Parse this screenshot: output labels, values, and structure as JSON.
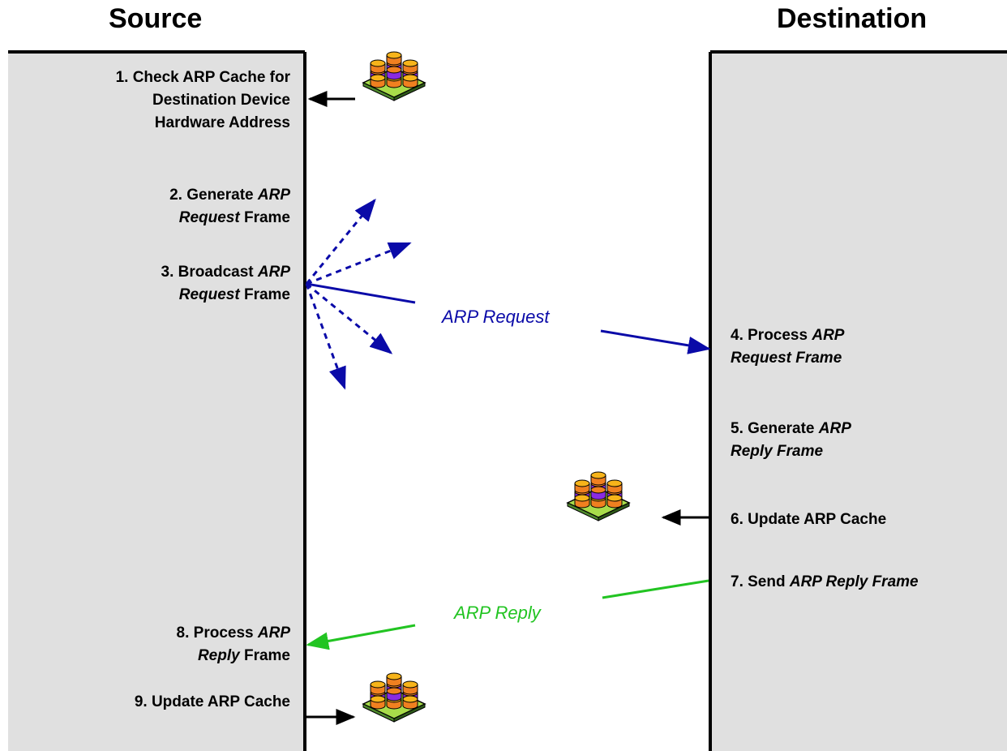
{
  "headers": {
    "source": "Source",
    "destination": "Destination"
  },
  "source_steps": [
    {
      "lines": [
        [
          {
            "t": "1. Check ARP Cache for",
            "i": false
          }
        ],
        [
          {
            "t": "Destination Device",
            "i": false
          }
        ],
        [
          {
            "t": "Hardware Address",
            "i": false
          }
        ]
      ]
    },
    {
      "lines": [
        [
          {
            "t": "2. Generate ",
            "i": false
          },
          {
            "t": "ARP",
            "i": true
          }
        ],
        [
          {
            "t": "Request",
            "i": true
          },
          {
            "t": " Frame",
            "i": false
          }
        ]
      ]
    },
    {
      "lines": [
        [
          {
            "t": "3. Broadcast ",
            "i": false
          },
          {
            "t": "ARP",
            "i": true
          }
        ],
        [
          {
            "t": "Request",
            "i": true
          },
          {
            "t": " Frame",
            "i": false
          }
        ]
      ]
    },
    {
      "lines": [
        [
          {
            "t": "8. Process ",
            "i": false
          },
          {
            "t": "ARP",
            "i": true
          }
        ],
        [
          {
            "t": "Reply",
            "i": true
          },
          {
            "t": " Frame",
            "i": false
          }
        ]
      ]
    },
    {
      "lines": [
        [
          {
            "t": "9. Update ARP Cache",
            "i": false
          }
        ]
      ]
    }
  ],
  "destination_steps": [
    {
      "lines": [
        [
          {
            "t": "4. Process ",
            "i": false
          },
          {
            "t": "ARP",
            "i": true
          }
        ],
        [
          {
            "t": "Request Frame",
            "i": true
          }
        ]
      ]
    },
    {
      "lines": [
        [
          {
            "t": "5. Generate ",
            "i": false
          },
          {
            "t": "ARP",
            "i": true
          }
        ],
        [
          {
            "t": "Reply Frame",
            "i": true
          }
        ]
      ]
    },
    {
      "lines": [
        [
          {
            "t": "6. Update ARP Cache",
            "i": false
          }
        ]
      ]
    },
    {
      "lines": [
        [
          {
            "t": "7. Send ",
            "i": false
          },
          {
            "t": "ARP Reply Frame",
            "i": true
          }
        ]
      ]
    }
  ],
  "messages": {
    "request": "ARP Request",
    "reply": "ARP Reply"
  },
  "icons": [
    "arp-cache-icon",
    "arp-cache-icon",
    "arp-cache-icon"
  ],
  "colors": {
    "panel": "#e0e0e0",
    "request": "#0a0aa8",
    "reply": "#22c422",
    "arrow": "#000000",
    "cache_base": "#a8dc4a",
    "cache_orange": "#f08020",
    "cache_yellow": "#f7b41a",
    "cache_purple": "#8a2be2"
  }
}
